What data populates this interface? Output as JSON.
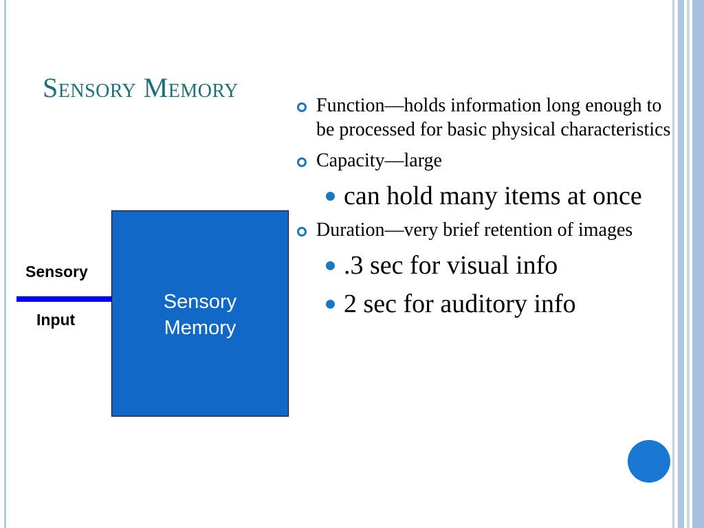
{
  "slide": {
    "title": "Sensory Memory",
    "bullets": [
      {
        "level": 1,
        "text": "Function—holds information long enough to be processed for basic physical characteristics"
      },
      {
        "level": 1,
        "text": "Capacity—large"
      },
      {
        "level": 2,
        "text": "can hold many items at once"
      },
      {
        "level": 1,
        "text": "Duration—very brief retention of images"
      },
      {
        "level": 2,
        "text": ".3 sec for visual info"
      },
      {
        "level": 2,
        "text": "2 sec for auditory info"
      }
    ]
  },
  "diagram": {
    "input_label_line1": "Sensory",
    "input_label_line2": "Input",
    "box_label_line1": "Sensory",
    "box_label_line2": "Memory"
  },
  "colors": {
    "title": "#1f6f77",
    "accent": "#1a78c2",
    "box_fill": "#1268c6",
    "arrow": "#0000ff",
    "frame": "#b0c4e3"
  },
  "icons": {
    "level1_bullet": "ring-bullet-icon",
    "level2_bullet": "dot-bullet-icon"
  }
}
